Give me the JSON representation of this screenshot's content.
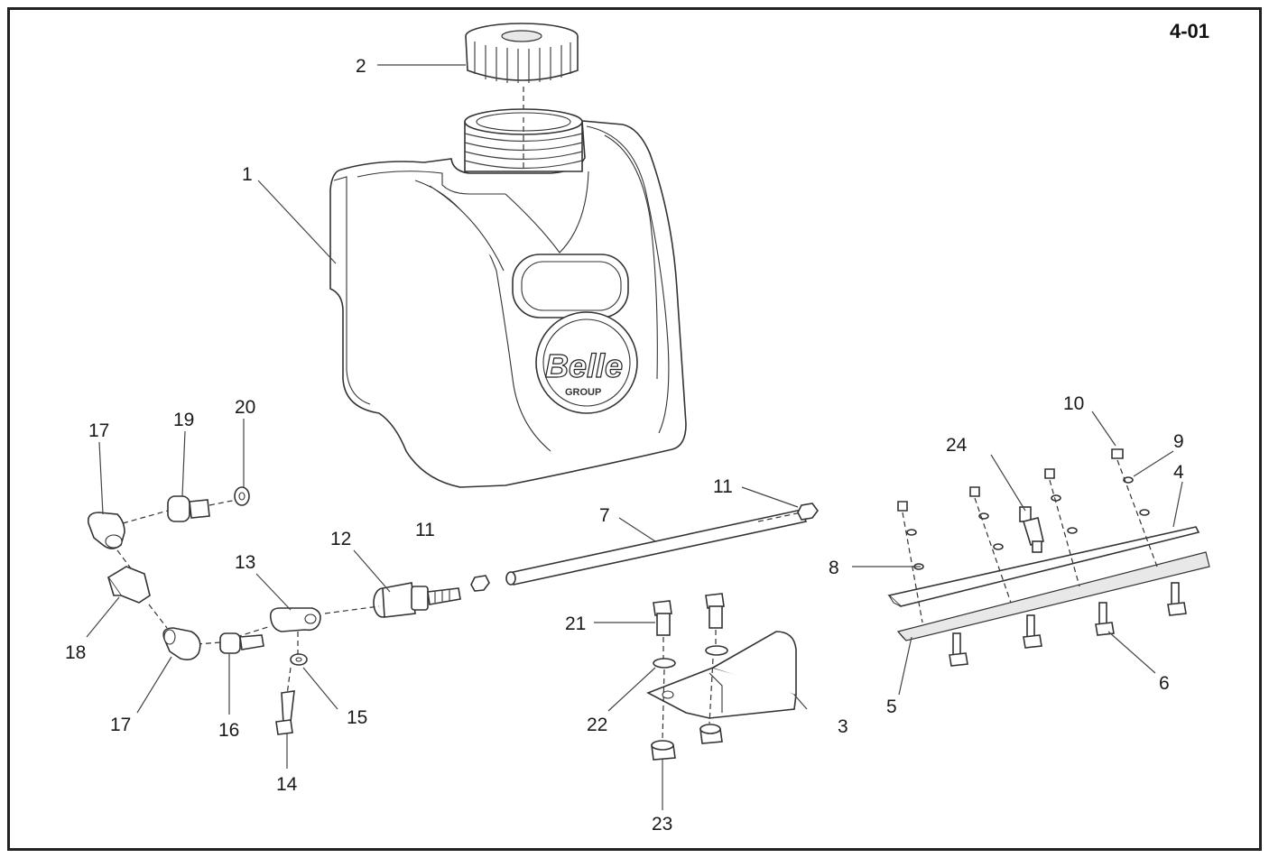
{
  "page_number": "4-01",
  "logo": {
    "brand": "Belle",
    "sub": "GROUP"
  },
  "labels": {
    "p1": "1",
    "p2": "2",
    "p3": "3",
    "p4": "4",
    "p5": "5",
    "p6": "6",
    "p7": "7",
    "p8": "8",
    "p9": "9",
    "p10": "10",
    "p11a": "11",
    "p11b": "11",
    "p12": "12",
    "p13": "13",
    "p14": "14",
    "p15": "15",
    "p16": "16",
    "p17a": "17",
    "p17b": "17",
    "p18": "18",
    "p19": "19",
    "p20": "20",
    "p21": "21",
    "p22": "22",
    "p23": "23",
    "p24": "24"
  }
}
